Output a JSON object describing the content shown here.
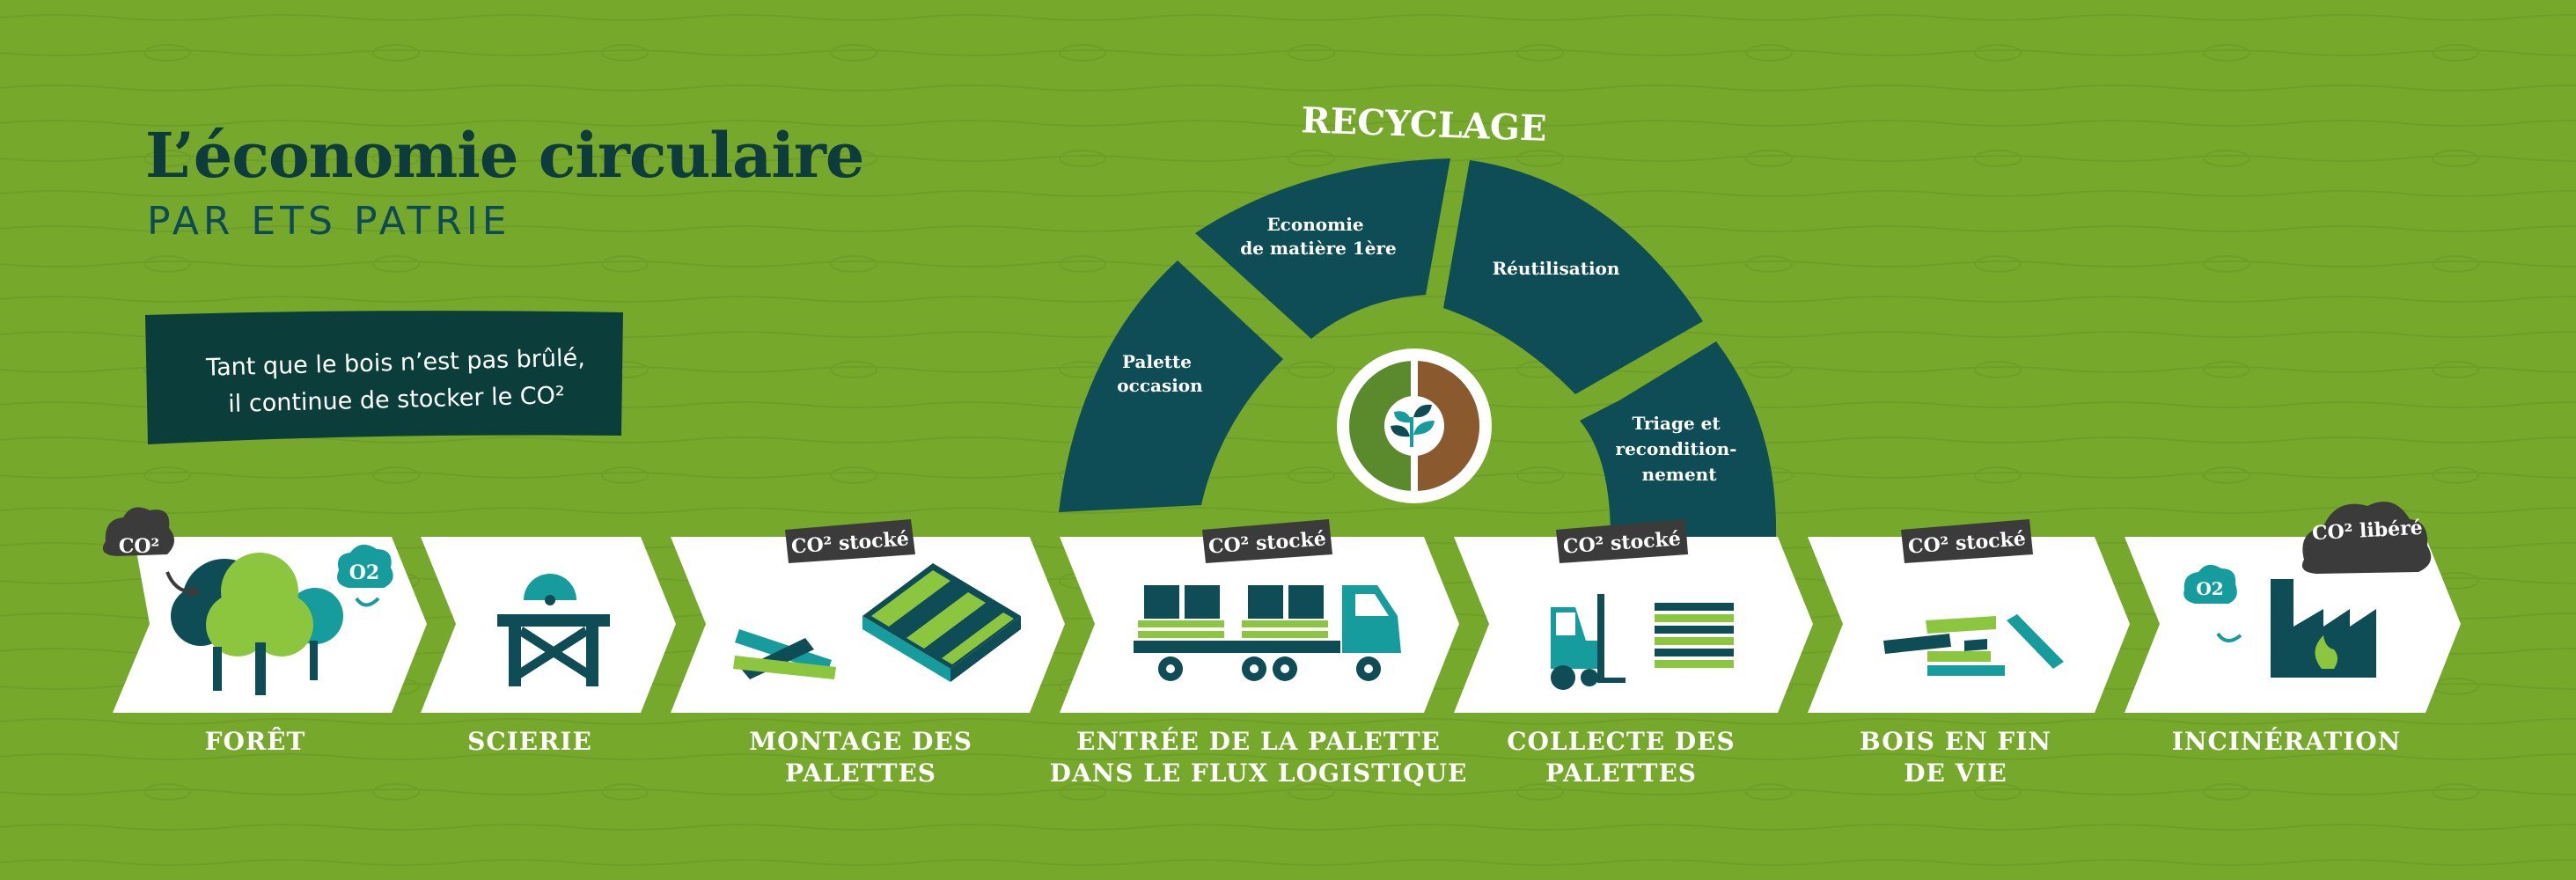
{
  "header": {
    "title": "L’économie circulaire",
    "subtitle": "PAR ETS PATRIE"
  },
  "banner": {
    "line1": "Tant que le bois n’est pas brûlé,",
    "line2": "il continue de  stocker le CO²"
  },
  "recycling": {
    "title": "RECYCLAGE",
    "segments": [
      {
        "label_lines": [
          "Palette",
          "occasion"
        ]
      },
      {
        "label_lines": [
          "Economie",
          "de matière 1ère"
        ]
      },
      {
        "label_lines": [
          "Réutilisation"
        ]
      },
      {
        "label_lines": [
          "Triage et",
          "recondition-",
          "nement"
        ]
      }
    ]
  },
  "co2_badge": "CO²",
  "o2_badge": "O2",
  "co2_stored_tag": "CO² stocké",
  "co2_released_tag": "CO² libéré",
  "stages": [
    {
      "id": "foret",
      "label": "FORÊT"
    },
    {
      "id": "scierie",
      "label": "SCIERIE"
    },
    {
      "id": "montage",
      "label": "MONTAGE DES\nPALETTES"
    },
    {
      "id": "entree",
      "label": "ENTRÉE DE LA PALETTE\nDANS LE FLUX LOGISTIQUE"
    },
    {
      "id": "collecte",
      "label": "COLLECTE DES\nPALETTES"
    },
    {
      "id": "fin-vie",
      "label": "BOIS EN FIN\nDE VIE"
    },
    {
      "id": "incineration",
      "label": "INCINÉRATION"
    }
  ],
  "colors": {
    "background": "#76a82c",
    "dark_teal": "#0e4d55",
    "teal": "#169c9c",
    "light_green": "#8cc63f",
    "dark_grey": "#3b3b3b",
    "white": "#ffffff"
  }
}
